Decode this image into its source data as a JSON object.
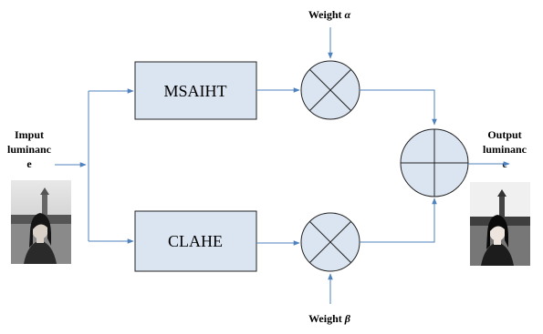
{
  "diagram": {
    "input_label_lines": [
      "Imput",
      "luminanc",
      "e"
    ],
    "output_label_lines": [
      "Output",
      "luminanc",
      "e"
    ],
    "block_top": "MSAIHT",
    "block_bottom": "CLAHE",
    "weight_top_prefix": "Weight ",
    "weight_top_symbol": "α",
    "weight_bottom_prefix": "Weight ",
    "weight_bottom_symbol": "β",
    "input_photo": "grayscale portrait photo (input)",
    "output_photo": "enhanced grayscale portrait photo (output)"
  },
  "colors": {
    "block_fill": "#dbe5f1",
    "line": "#4f81bd",
    "stroke": "#222222"
  }
}
